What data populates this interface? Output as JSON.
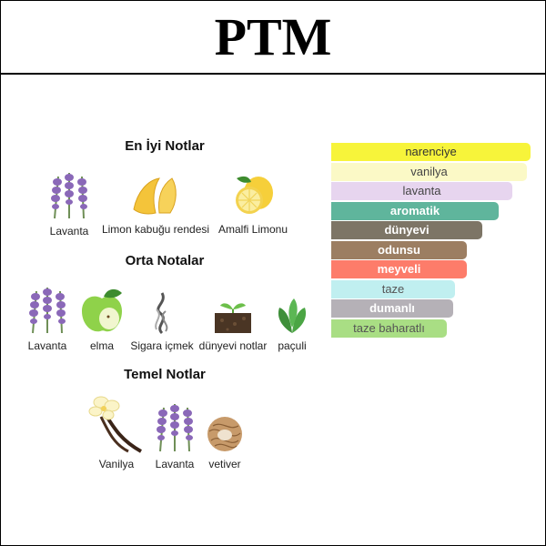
{
  "brand": "PTM",
  "sections": {
    "top": {
      "title": "En İyi Notlar",
      "notes": [
        "Lavanta",
        "Limon kabuğu rendesi",
        "Amalfi Limonu"
      ]
    },
    "mid": {
      "title": "Orta Notalar",
      "notes": [
        "Lavanta",
        "elma",
        "Sigara içmek",
        "dünyevi notlar",
        "paçuli"
      ]
    },
    "base": {
      "title": "Temel Notlar",
      "notes": [
        "Vanilya",
        "Lavanta",
        "vetiver"
      ]
    }
  },
  "accords": [
    {
      "label": "narenciye",
      "strength": 1.0,
      "color": "#f7f43a",
      "text_color": "#333333"
    },
    {
      "label": "vanilya",
      "strength": 0.98,
      "color": "#fbf9c6",
      "text_color": "#444444"
    },
    {
      "label": "lavanta",
      "strength": 0.91,
      "color": "#e7d5ef",
      "text_color": "#444444"
    },
    {
      "label": "aromatik",
      "strength": 0.84,
      "color": "#5fb59c",
      "text_color": "#ffffff"
    },
    {
      "label": "dünyevi",
      "strength": 0.76,
      "color": "#7d7566",
      "text_color": "#ffffff"
    },
    {
      "label": "odunsu",
      "strength": 0.68,
      "color": "#9c7e62",
      "text_color": "#ffffff"
    },
    {
      "label": "meyveli",
      "strength": 0.68,
      "color": "#fd7c6a",
      "text_color": "#ffffff"
    },
    {
      "label": "taze",
      "strength": 0.62,
      "color": "#c0eff0",
      "text_color": "#555555"
    },
    {
      "label": "dumanlı",
      "strength": 0.61,
      "color": "#b5b1b7",
      "text_color": "#ffffff"
    },
    {
      "label": "taze baharatlı",
      "strength": 0.58,
      "color": "#a9de84",
      "text_color": "#555555"
    }
  ]
}
